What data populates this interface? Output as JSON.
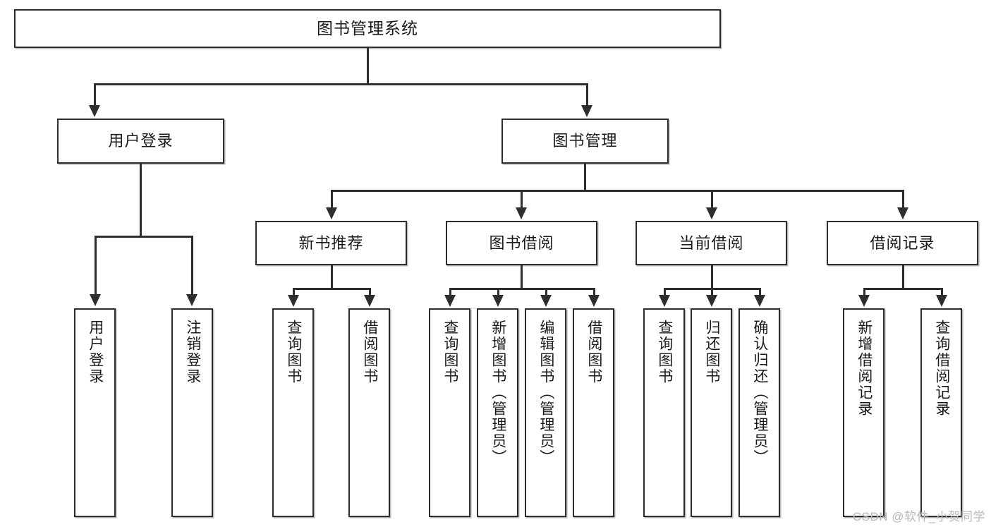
{
  "diagram": {
    "type": "tree-hierarchy-chart",
    "title": "图书管理系统",
    "root": {
      "label": "图书管理系统"
    },
    "level2": [
      {
        "label": "用户登录"
      },
      {
        "label": "图书管理"
      }
    ],
    "level3": [
      {
        "label": "新书推荐"
      },
      {
        "label": "图书借阅"
      },
      {
        "label": "当前借阅"
      },
      {
        "label": "借阅记录"
      }
    ],
    "leaves": {
      "user_login": [
        {
          "label": "用户登录"
        },
        {
          "label": "注销登录"
        }
      ],
      "new_book_recommend": [
        {
          "label": "查询图书"
        },
        {
          "label": "借阅图书"
        }
      ],
      "book_borrow": [
        {
          "label": "查询图书"
        },
        {
          "label": "新增图书（管理员）"
        },
        {
          "label": "编辑图书（管理员）"
        },
        {
          "label": "借阅图书"
        }
      ],
      "current_borrow": [
        {
          "label": "查询图书"
        },
        {
          "label": "归还图书"
        },
        {
          "label": "确认归还（管理员）"
        }
      ],
      "borrow_record": [
        {
          "label": "新增借阅记录"
        },
        {
          "label": "查询借阅记录"
        }
      ]
    }
  },
  "watermark": {
    "text": "CSDN @软件_小贺同学"
  },
  "colors": {
    "stroke": "#2e2e2e",
    "fill": "#ffffff",
    "text": "#1a1a1a",
    "watermark": "#b9b9b9"
  }
}
